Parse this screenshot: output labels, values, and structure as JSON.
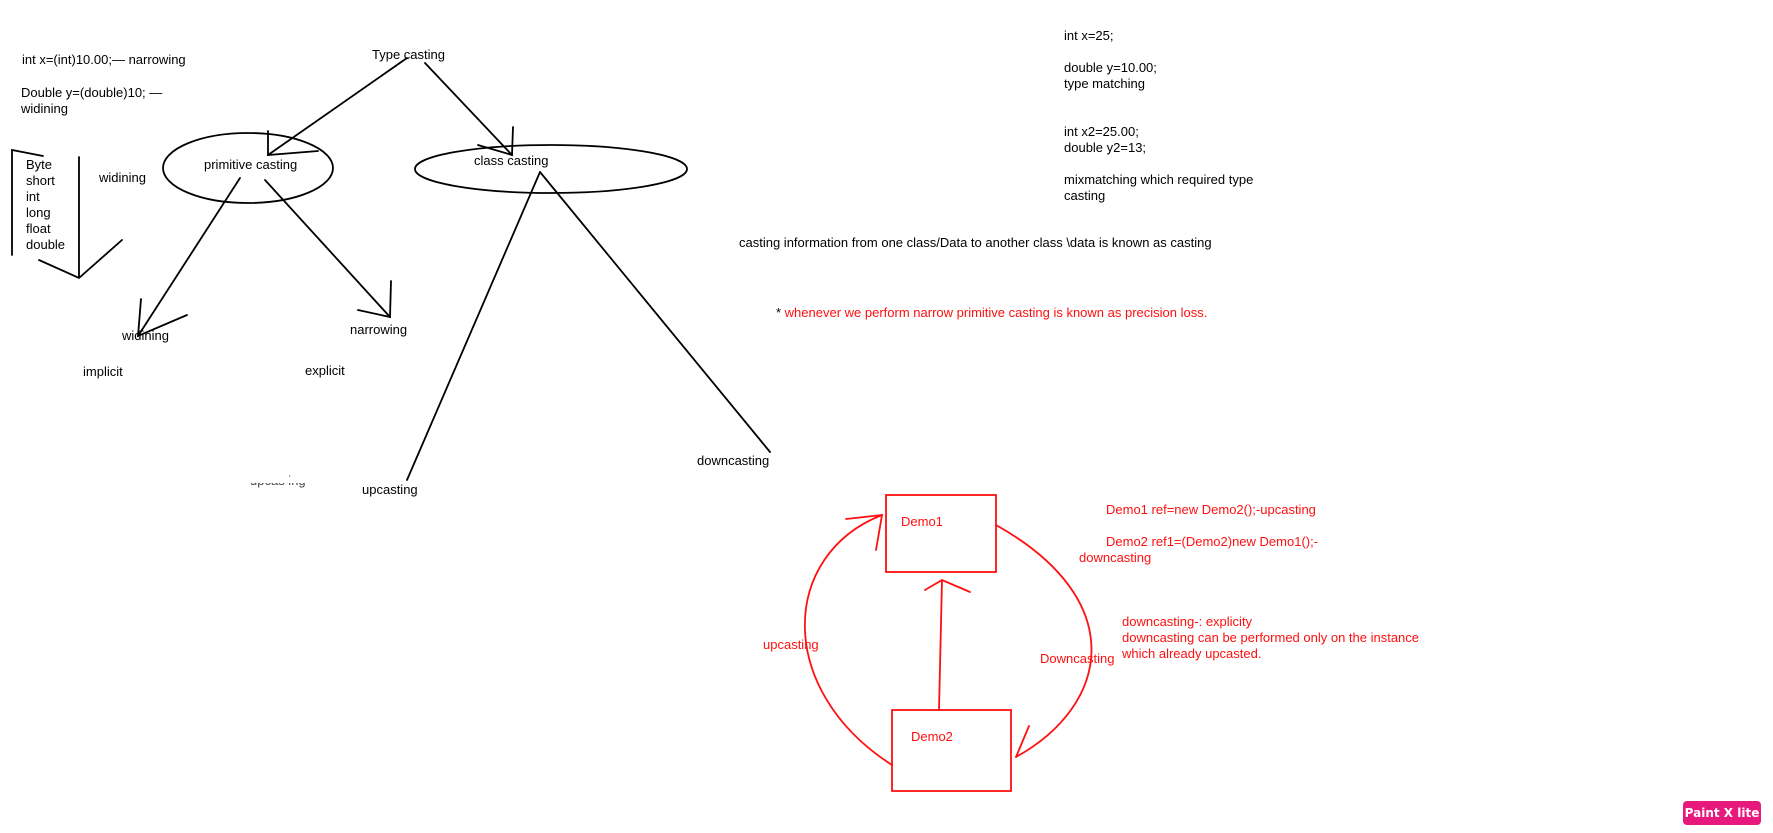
{
  "canvas": {
    "title": "Type casting",
    "narrowing_example": "int x=(int)10.00;— narrowing",
    "widening_example": "Double y=(double)10; —\nwidining",
    "primitive_types": "Byte\nshort\nint\nlong\nfloat\ndouble",
    "widening_side_label": "widining",
    "primitive_node": "primitive casting",
    "class_node": "class casting",
    "widening_leaf": "widining",
    "narrowing_leaf": "narrowing",
    "implicit_label": "implicit",
    "explicit_label": "explicit",
    "upcasting_leaf": "upcasting",
    "downcasting_leaf": "downcasting",
    "erased_text": "upcas ing",
    "type_matching_notes": "int x=25;\n\ndouble y=10.00;\ntype matching",
    "mixmatching_notes": "int x2=25.00;\ndouble y2=13;\n\nmixmatching which required type\ncasting",
    "casting_definition": "casting information from one class/Data to another class \\data is known as casting",
    "precision_star": "* ",
    "precision_note": "whenever we perform narrow primitive casting is known as precision loss.",
    "demo1_box": "Demo1",
    "demo2_box": "Demo2",
    "upcasting_arrow_label": "upcasting",
    "downcasting_arrow_label": "Downcasting",
    "upcasting_code": "Demo1 ref=new Demo2();-upcasting",
    "downcasting_code_line1": "Demo2 ref1=(Demo2)new Demo1();-",
    "downcasting_code_line2": "downcasting",
    "downcasting_notes": "downcasting-: explicity\ndowncasting can be performed only on the instance\nwhich already upcasted."
  },
  "app_badge": "Paint X lite",
  "colors": {
    "ink": "#000000",
    "red_ink": "#ff1010",
    "badge": "#e8197d"
  }
}
